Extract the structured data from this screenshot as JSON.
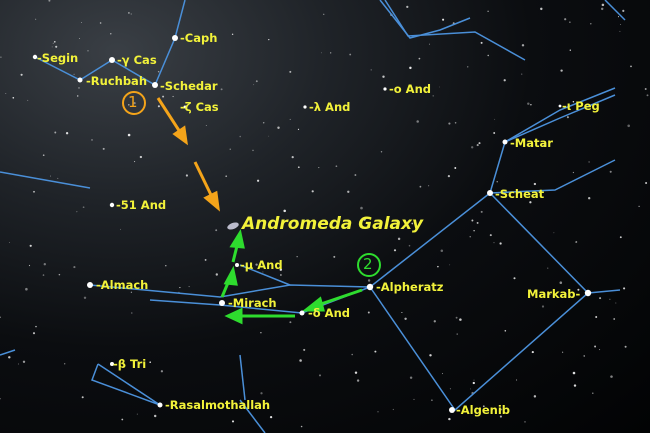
{
  "title": "Andromeda Galaxy",
  "markers": {
    "step1": "1",
    "step2": "2"
  },
  "colors": {
    "line": "#4a8fd8",
    "label": "#f2f23a",
    "arrow_orange": "#f4a41a",
    "arrow_green": "#2edc2e"
  },
  "stars": {
    "segin": "Segin",
    "gamma_cas": "γ Cas",
    "caph": "Caph",
    "ruchbah": "Ruchbah",
    "schedar": "Schedar",
    "zeta_cas": "ζ Cas",
    "lambda_and": "λ And",
    "omicron_and": "o And",
    "iota_peg": "ι Peg",
    "matar": "Matar",
    "scheat": "Scheat",
    "and51": "51 And",
    "mu_and": "μ And",
    "alpheratz": "Alpheratz",
    "almach": "Almach",
    "mirach": "Mirach",
    "delta_and": "δ And",
    "markab": "Markab",
    "beta_tri": "β Tri",
    "rasalmothallah": "Rasalmothallah",
    "algenib": "Algenib"
  }
}
